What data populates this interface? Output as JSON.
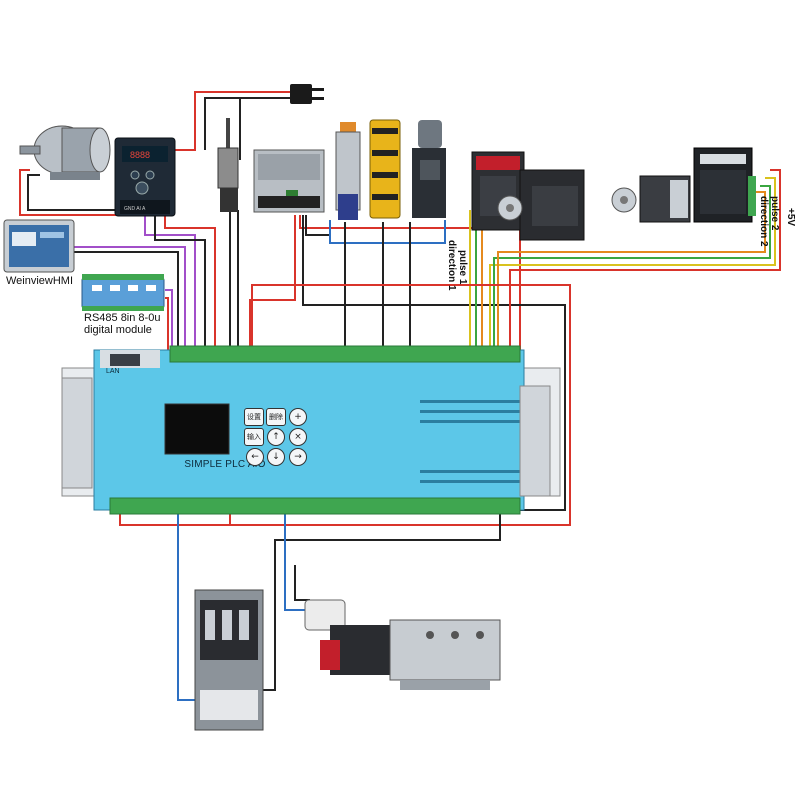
{
  "labels": {
    "hmi": "WeinviewHMI",
    "rs485_line1": "RS485 8in 8-0u",
    "rs485_line2": "digital module",
    "plc_title": "SIMPLE PLC AIO",
    "lan": "LAN",
    "pulse1": "pulse 1",
    "direction1": "direction 1",
    "pulse2": "pulse 2",
    "direction2": "direction 2",
    "plus5v": "+5V"
  },
  "plc_keys": [
    "设置",
    "删除",
    "+",
    "输入",
    "↑",
    "×",
    "←",
    "↓",
    "→"
  ],
  "colors": {
    "plc_body": "#5cc7e8",
    "terminal": "#3fa650",
    "wire_red": "#d9342b",
    "wire_black": "#222222",
    "wire_blue": "#2d6fc2",
    "wire_purple": "#a24fc9",
    "wire_yellow": "#d9c21e",
    "wire_green": "#3aa641",
    "wire_orange": "#e58a1f"
  }
}
